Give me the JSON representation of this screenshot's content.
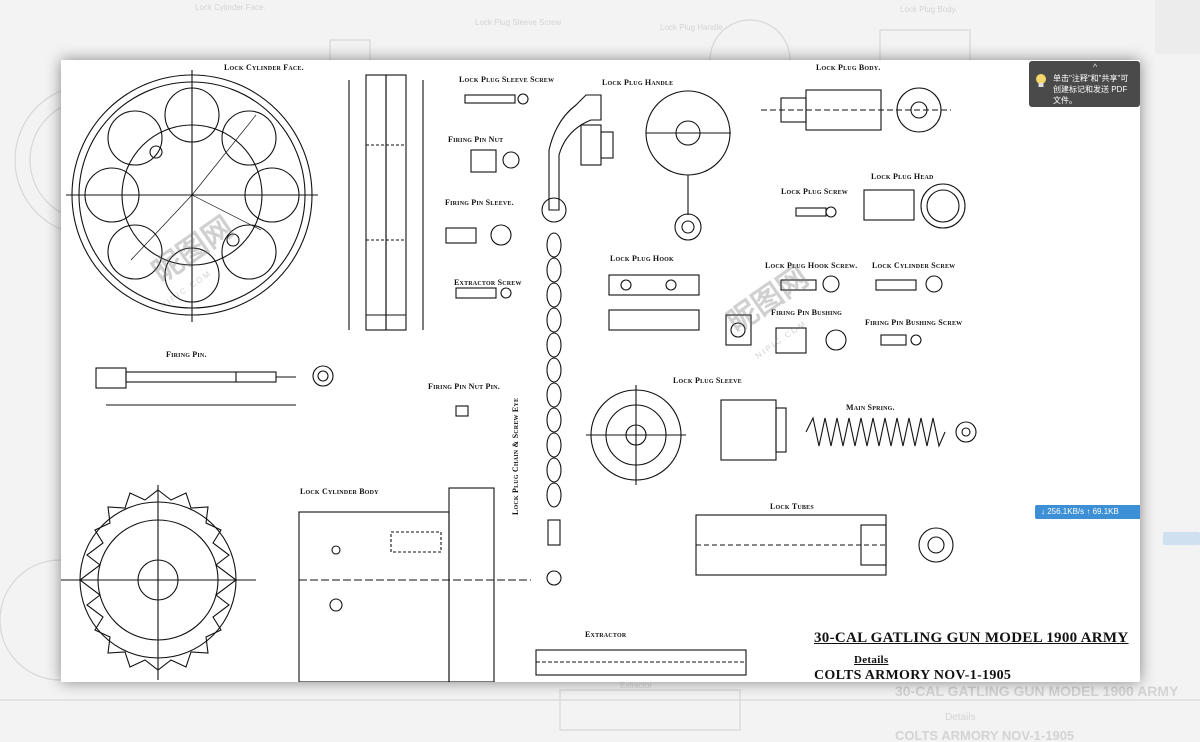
{
  "background_labels": {
    "lock_cylinder_face": "Lock Cylinder Face.",
    "lock_plug_sleeve_screw": "Lock Plug Sleeve Screw",
    "lock_plug_handle": "Lock Plug Handle",
    "lock_plug_body": "Lock Plug Body.",
    "title": "30-CAL GATLING GUN MODEL 1900 ARMY",
    "details": "Details",
    "armory": "COLTS ARMORY NOV-1-1905",
    "extractor": "Extractor"
  },
  "drawing": {
    "labels": {
      "lock_cylinder_face": "Lock Cylinder Face.",
      "lock_plug_sleeve_screw": "Lock Plug Sleeve Screw",
      "lock_plug_handle": "Lock Plug Handle",
      "lock_plug_body": "Lock Plug Body.",
      "firing_pin_nut": "Firing Pin Nut",
      "lock_plug_screw": "Lock Plug Screw",
      "lock_plug_head": "Lock Plug Head",
      "firing_pin_sleeve": "Firing Pin Sleeve.",
      "lock_plug_hook": "Lock Plug Hook",
      "extractor_screw": "Extractor Screw",
      "lock_plug_hook_screw": "Lock Plug Hook Screw.",
      "lock_cylinder_screw": "Lock Cylinder Screw",
      "firing_pin_bushing": "Firing Pin Bushing",
      "firing_pin_bushing_screw": "Firing Pin Bushing Screw",
      "firing_pin": "Firing Pin.",
      "firing_pin_nut_pin": "Firing Pin Nut Pin.",
      "lock_plug_sleeve": "Lock Plug Sleeve",
      "main_spring": "Main Spring.",
      "lock_plug_chain": "Lock Plug Chain & Screw Eye",
      "lock_cylinder_body": "Lock Cylinder Body",
      "lock_tubes": "Lock Tubes",
      "extractor": "Extractor"
    },
    "title": "30-CAL GATLING GUN MODEL 1900 ARMY",
    "subtitle": "Details",
    "footer": "COLTS ARMORY NOV-1-1905"
  },
  "watermark": {
    "brand": "昵图网",
    "domain": "NIPIC.COM"
  },
  "tooltip": {
    "text": "单击\"注释\"和\"共享\"可创建标记和发送 PDF 文件。",
    "collapse": "^"
  },
  "speed_indicator": {
    "download": "↓ 256.1KB/s",
    "upload": "↑ 69.1KB"
  },
  "colors": {
    "tooltip_bg": "#4a4a4a",
    "speed_bg": "#3d8fd6",
    "ink": "#111111"
  }
}
